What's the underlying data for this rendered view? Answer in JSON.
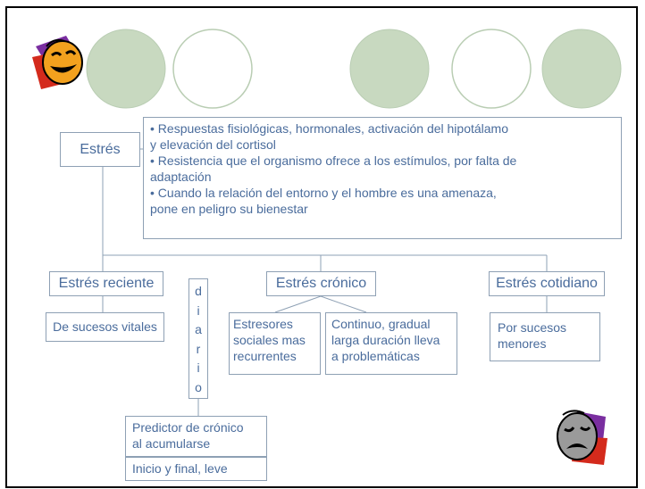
{
  "root": {
    "label": "Estrés"
  },
  "definition": {
    "lines": [
      "• Respuestas fisiológicas, hormonales, activación del hipotálamo",
      "y elevación del cortisol",
      "• Resistencia que el organismo ofrece a los estímulos, por falta de",
      "adaptación",
      "• Cuando la relación del entorno y el hombre es una amenaza,",
      "pone en peligro su bienestar"
    ]
  },
  "types": {
    "reciente": {
      "label": "Estrés reciente",
      "detail": "De sucesos vitales"
    },
    "diario": {
      "letters": [
        "d",
        "i",
        "a",
        "r",
        "i",
        "o"
      ],
      "detail1": [
        "Predictor de crónico",
        "al acumularse"
      ],
      "detail2": "Inicio y final, leve"
    },
    "cronico": {
      "label": "Estrés crónico",
      "left": [
        "Estresores",
        "sociales mas",
        "recurrentes"
      ],
      "right": [
        "Continuo, gradual",
        "larga duración lleva",
        "a problemáticas"
      ]
    },
    "cotidiano": {
      "label": "Estrés cotidiano",
      "detail": [
        "Por sucesos",
        "menores"
      ]
    }
  },
  "colors": {
    "circle_fill": "#c8d9c0",
    "circle_stroke": "#b9cdb3",
    "line": "#8ea0b4",
    "text": "#4a6c9c",
    "border": "#000000"
  },
  "icons": {
    "top_left": "comedy-mask-icon",
    "bottom_right": "tragedy-mask-icon"
  }
}
